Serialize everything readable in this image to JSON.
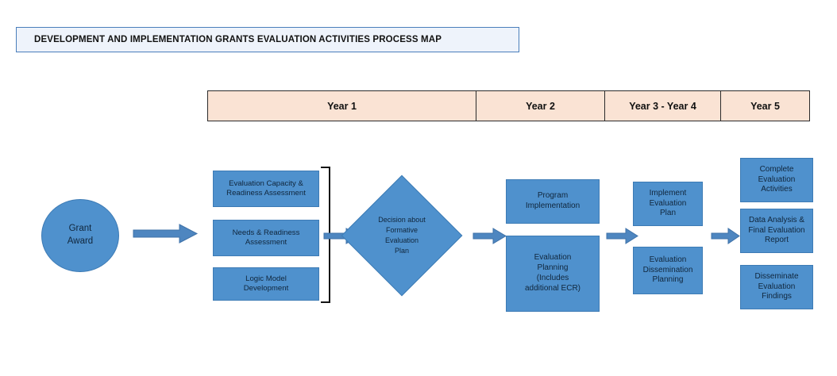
{
  "title": {
    "text": "DEVELOPMENT AND IMPLEMENTATION GRANTS EVALUATION ACTIVITIES PROCESS MAP"
  },
  "timeline": {
    "columns": [
      {
        "label": "Year 1"
      },
      {
        "label": "Year 2"
      },
      {
        "label": "Year 3 - Year 4"
      },
      {
        "label": "Year 5"
      }
    ]
  },
  "start_node": {
    "line1": "Grant",
    "line2": "Award"
  },
  "year1_boxes": [
    {
      "line1": "Evaluation Capacity &",
      "line2": "Readiness Assessment"
    },
    {
      "line1": "Needs & Readiness",
      "line2": "Assessment"
    },
    {
      "line1": "Logic Model",
      "line2": "Development"
    }
  ],
  "decision": {
    "line1": "Decision about",
    "line2": "Formative",
    "line3": "Evaluation",
    "line4": "Plan"
  },
  "year2_boxes": [
    {
      "line1": "Program",
      "line2": "Implementation",
      "line3": "",
      "line4": ""
    },
    {
      "line1": "Evaluation",
      "line2": "Planning",
      "line3": "(Includes",
      "line4": "additional ECR)"
    }
  ],
  "year34_boxes": [
    {
      "line1": "Implement",
      "line2": "Evaluation",
      "line3": "Plan"
    },
    {
      "line1": "Evaluation",
      "line2": "Dissemination",
      "line3": "Planning"
    }
  ],
  "year5_boxes": [
    {
      "line1": "Complete",
      "line2": "Evaluation",
      "line3": "Activities"
    },
    {
      "line1": "Data Analysis &",
      "line2": "Final Evaluation",
      "line3": "Report"
    },
    {
      "line1": "Disseminate",
      "line2": "Evaluation",
      "line3": "Findings"
    }
  ],
  "colors": {
    "box_fill": "#4f91cd",
    "box_border": "#3d7bb5",
    "header_fill": "#fae3d4",
    "header_border": "#2b2b2b",
    "title_fill": "#eef3fb",
    "title_border": "#4a7ebb",
    "arrow_fill": "#4e86c0",
    "bracket": "#141414"
  }
}
